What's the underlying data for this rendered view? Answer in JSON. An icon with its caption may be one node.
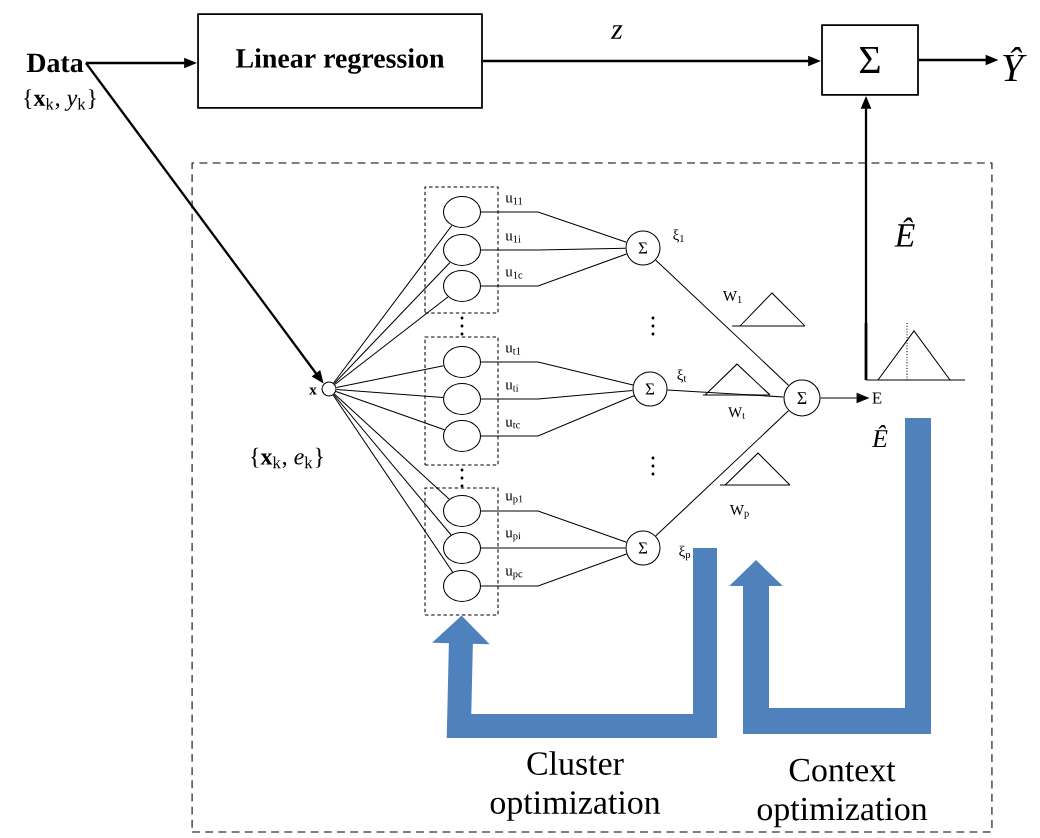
{
  "diagram": {
    "nodes": [
      {
        "text": [
          "Data"
        ],
        "beside": [
          "{**x**$_{k}$, *y*$_{k}$}"
        ]
      },
      {
        "text": [
          "Linear regression"
        ]
      },
      {
        "text": [
          "Σ"
        ]
      },
      {
        "text": [
          "Ŷ"
        ]
      },
      {
        "text": [],
        "shape": "box"
      },
      {
        "text": [],
        "shape": "circle",
        "in": 4,
        "beside": [
          "x",
          "{**x**$_{k}$, *e*$_{k}$}"
        ]
      },
      {
        "text": [],
        "shape": "box",
        "in": 4
      },
      {
        "text": [],
        "shape": "ellipse",
        "in": 6
      },
      {
        "text": [],
        "shape": "ellipse",
        "in": 6
      },
      {
        "text": [],
        "shape": "ellipse",
        "in": 6
      },
      {
        "text": [],
        "shape": "box",
        "in": 4
      },
      {
        "text": [],
        "shape": "ellipse",
        "in": 10
      },
      {
        "text": [],
        "shape": "ellipse",
        "in": 10
      },
      {
        "text": [],
        "shape": "ellipse",
        "in": 10
      },
      {
        "text": [],
        "shape": "box",
        "in": 4
      },
      {
        "text": [],
        "shape": "ellipse",
        "in": 14
      },
      {
        "text": [],
        "shape": "ellipse",
        "in": 14
      },
      {
        "text": [],
        "shape": "ellipse",
        "in": 14
      },
      {
        "text": [
          "Σ"
        ],
        "in": 4,
        "beside": [
          "ξ$_{1}$"
        ]
      },
      {
        "text": [
          "Σ"
        ],
        "in": 4,
        "beside": [
          "ξ$_{t}$"
        ]
      },
      {
        "text": [
          "Σ"
        ],
        "in": 4,
        "beside": [
          "ξ$_{p}$"
        ]
      },
      {
        "text": [
          "Σ"
        ],
        "in": 4
      },
      {
        "text": [
          "E"
        ],
        "in": 4
      },
      {
        "text": [],
        "shape": "picture",
        "in": 4
      }
    ],
    "edges": [
      {
        "from": 0,
        "to": 1,
        "arrow": "to"
      },
      {
        "from": 0,
        "to": 5,
        "arrow": "to"
      },
      {
        "from": 1,
        "to": 2,
        "arrow": "to",
        "label": "z"
      },
      {
        "from": 2,
        "to": 3,
        "arrow": "to"
      },
      {
        "from": 23,
        "to": 2,
        "arrow": "to",
        "label": "Ê"
      },
      {
        "from": 5,
        "to": 7,
        "arrow": "none"
      },
      {
        "from": 5,
        "to": 8,
        "arrow": "none"
      },
      {
        "from": 5,
        "to": 9,
        "arrow": "none"
      },
      {
        "from": 5,
        "to": 11,
        "arrow": "none"
      },
      {
        "from": 5,
        "to": 12,
        "arrow": "none"
      },
      {
        "from": 5,
        "to": 13,
        "arrow": "none"
      },
      {
        "from": 5,
        "to": 15,
        "arrow": "none"
      },
      {
        "from": 5,
        "to": 16,
        "arrow": "none"
      },
      {
        "from": 5,
        "to": 17,
        "arrow": "none"
      },
      {
        "from": 7,
        "to": 18,
        "arrow": "none",
        "label": "u$_{11}$"
      },
      {
        "from": 8,
        "to": 18,
        "arrow": "none",
        "label": "u$_{1i}$"
      },
      {
        "from": 9,
        "to": 18,
        "arrow": "none",
        "label": "u$_{1c}$"
      },
      {
        "from": 11,
        "to": 19,
        "arrow": "none",
        "label": "u$_{t1}$"
      },
      {
        "from": 12,
        "to": 19,
        "arrow": "none",
        "label": "u$_{ti}$"
      },
      {
        "from": 13,
        "to": 19,
        "arrow": "none",
        "label": "u$_{tc}$"
      },
      {
        "from": 15,
        "to": 20,
        "arrow": "none",
        "label": "u$_{p1}$"
      },
      {
        "from": 16,
        "to": 20,
        "arrow": "none",
        "label": "u$_{pi}$"
      },
      {
        "from": 17,
        "to": 20,
        "arrow": "none",
        "label": "u$_{pc}$"
      },
      {
        "from": 18,
        "to": 21,
        "arrow": "none",
        "label": "W$_{1}$"
      },
      {
        "from": 19,
        "to": 21,
        "arrow": "none",
        "label": "W$_{t}$"
      },
      {
        "from": 20,
        "to": 21,
        "arrow": "none",
        "label": "W$_{p}$"
      },
      {
        "from": 21,
        "to": 22,
        "arrow": "to"
      },
      {
        "from": null,
        "to": 14,
        "arrow": "to",
        "style": "thick",
        "color": "#4f81bd"
      }
    ],
    "labels": [
      "Ê",
      "Cluster optimization",
      "Context optimization"
    ]
  }
}
